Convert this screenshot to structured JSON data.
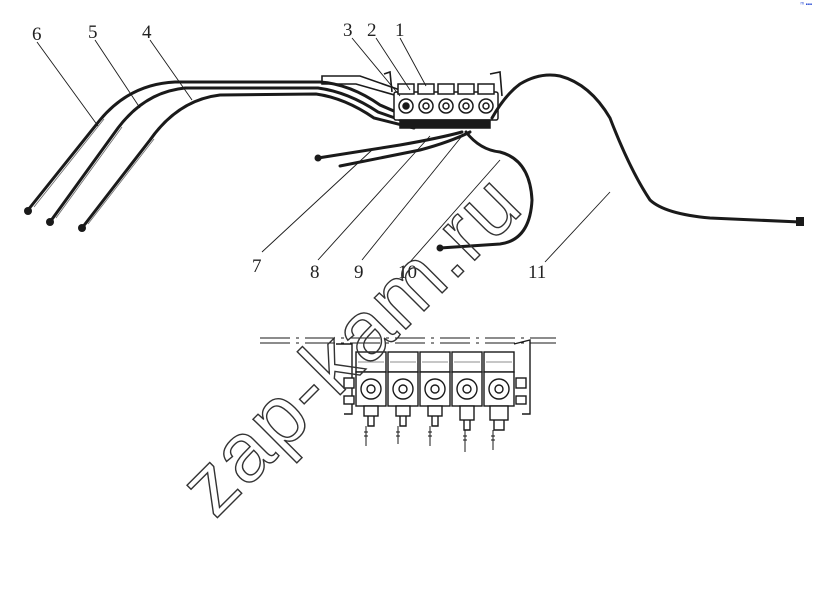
{
  "callouts": [
    {
      "id": "1",
      "label": "1"
    },
    {
      "id": "2",
      "label": "2"
    },
    {
      "id": "3",
      "label": "3"
    },
    {
      "id": "4",
      "label": "4"
    },
    {
      "id": "5",
      "label": "5"
    },
    {
      "id": "6",
      "label": "6"
    },
    {
      "id": "7",
      "label": "7"
    },
    {
      "id": "8",
      "label": "8"
    },
    {
      "id": "9",
      "label": "9"
    },
    {
      "id": "10",
      "label": "10"
    },
    {
      "id": "11",
      "label": "11"
    }
  ],
  "watermark": "zap-kam.ru",
  "corner_mark": "ᵐ ▪▪▪",
  "colors": {
    "line": "#1a1a1a",
    "watermark": "#333333",
    "corner": "#1a3fd1"
  }
}
